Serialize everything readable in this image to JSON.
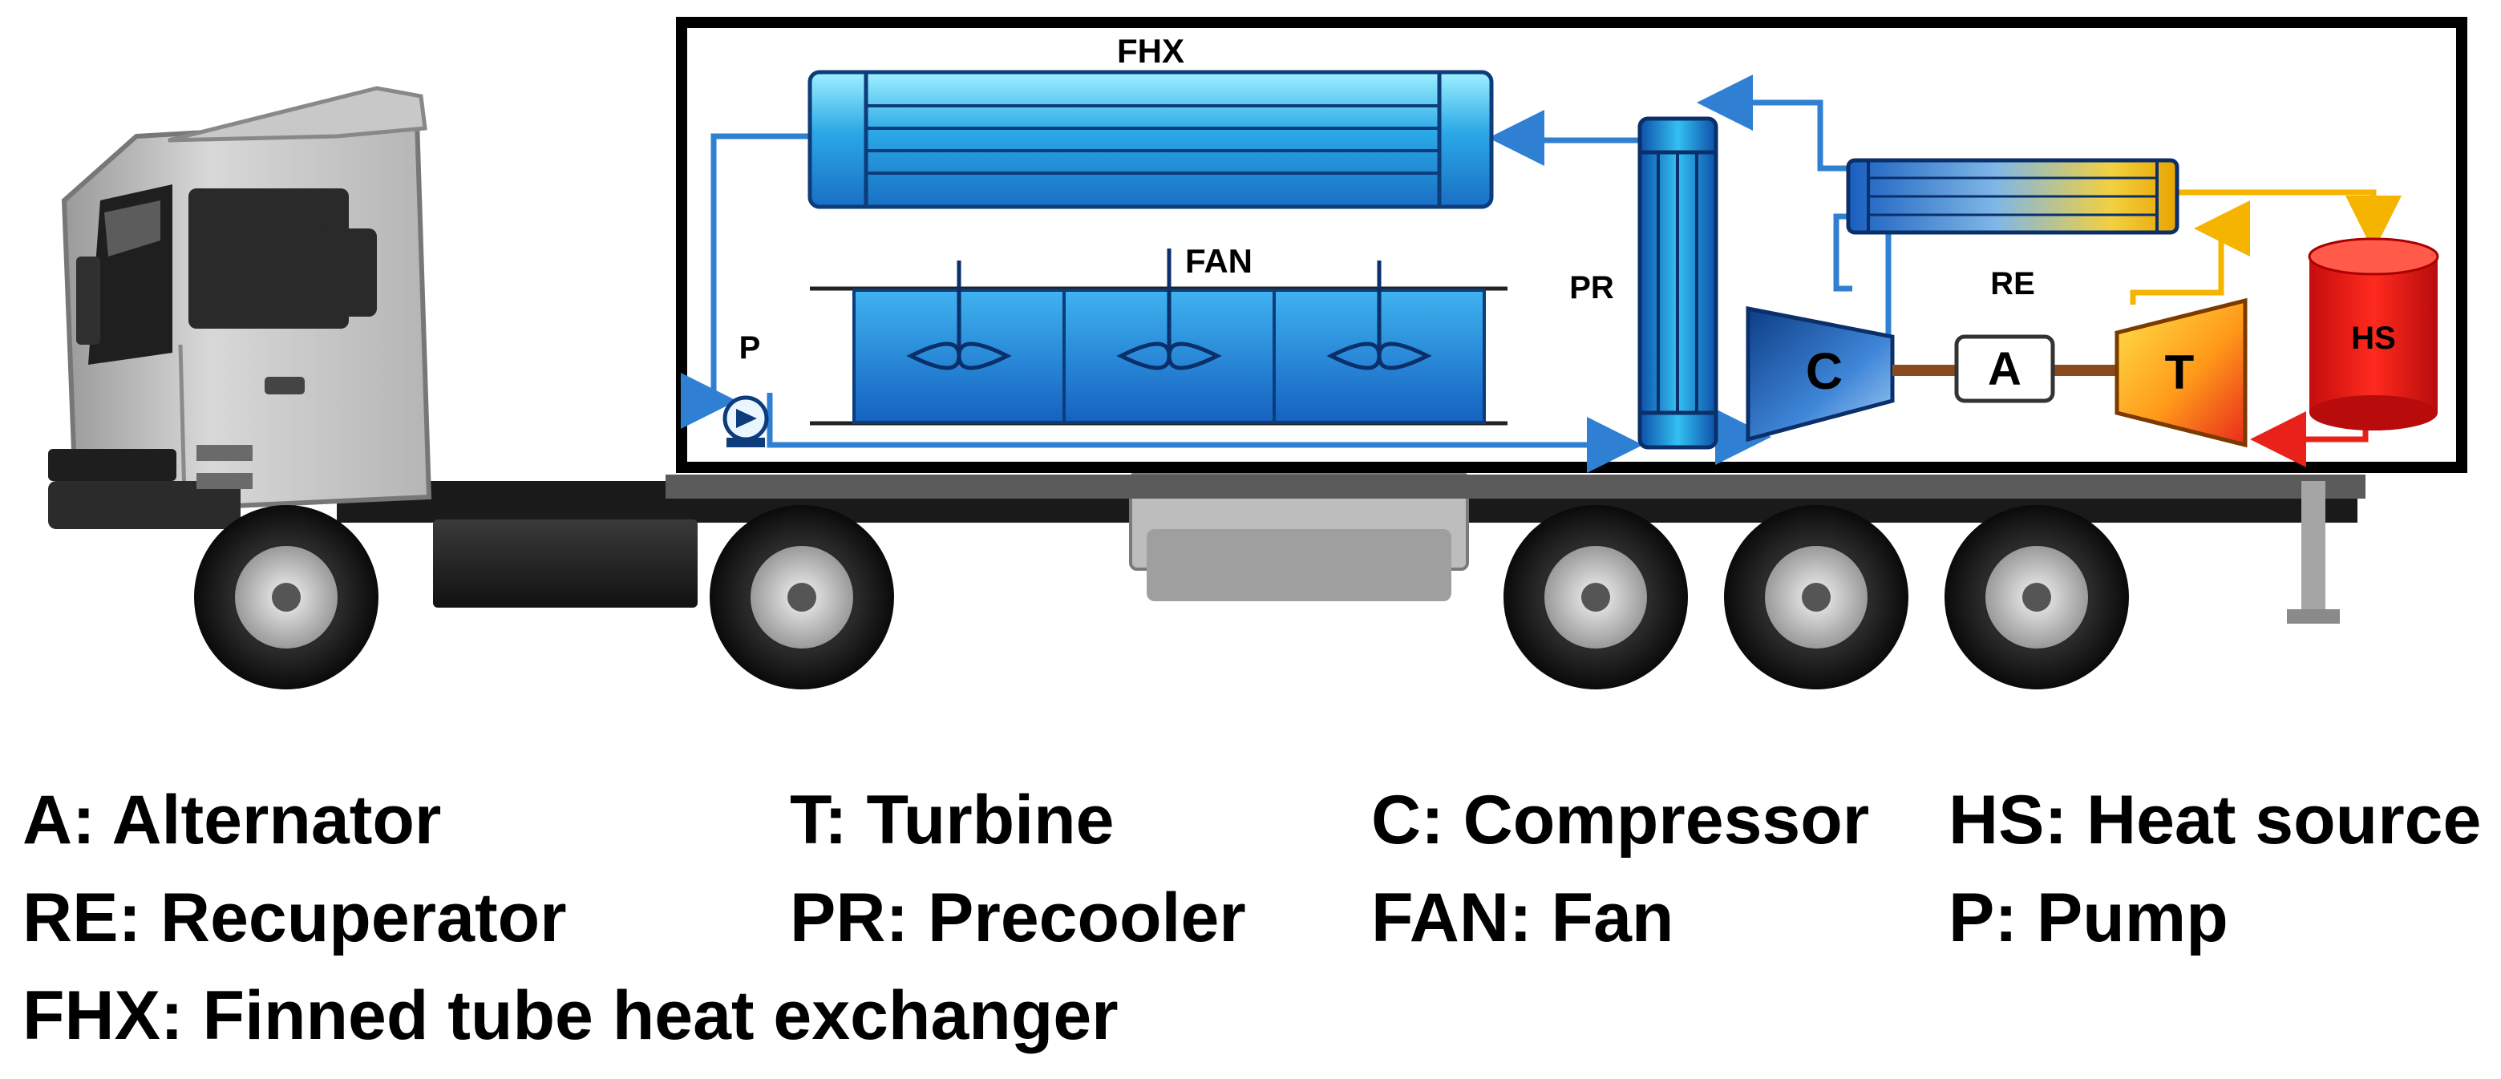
{
  "diagram": {
    "labels": {
      "fhx": "FHX",
      "fan": "FAN",
      "pr": "PR",
      "re": "RE",
      "p": "P",
      "c": "C",
      "a": "A",
      "t": "T",
      "hs": "HS"
    },
    "flow_colors": {
      "cold_loop": "#2f7fd3",
      "hot_outlet": "#f4b400",
      "hot_inlet": "#e8221b"
    },
    "component_icons": [
      "truck",
      "finned-tube-heat-exchanger",
      "fan",
      "pump",
      "precooler",
      "recuperator",
      "compressor",
      "alternator",
      "turbine",
      "heat-source"
    ]
  },
  "legend": [
    {
      "key": "A",
      "text": "A: Alternator"
    },
    {
      "key": "T",
      "text": "T: Turbine"
    },
    {
      "key": "C",
      "text": "C: Compressor"
    },
    {
      "key": "HS",
      "text": "HS: Heat source"
    },
    {
      "key": "RE",
      "text": "RE: Recuperator"
    },
    {
      "key": "PR",
      "text": "PR: Precooler"
    },
    {
      "key": "FAN",
      "text": "FAN: Fan"
    },
    {
      "key": "P",
      "text": "P: Pump"
    },
    {
      "key": "FHX",
      "text": "FHX: Finned tube heat exchanger"
    }
  ]
}
